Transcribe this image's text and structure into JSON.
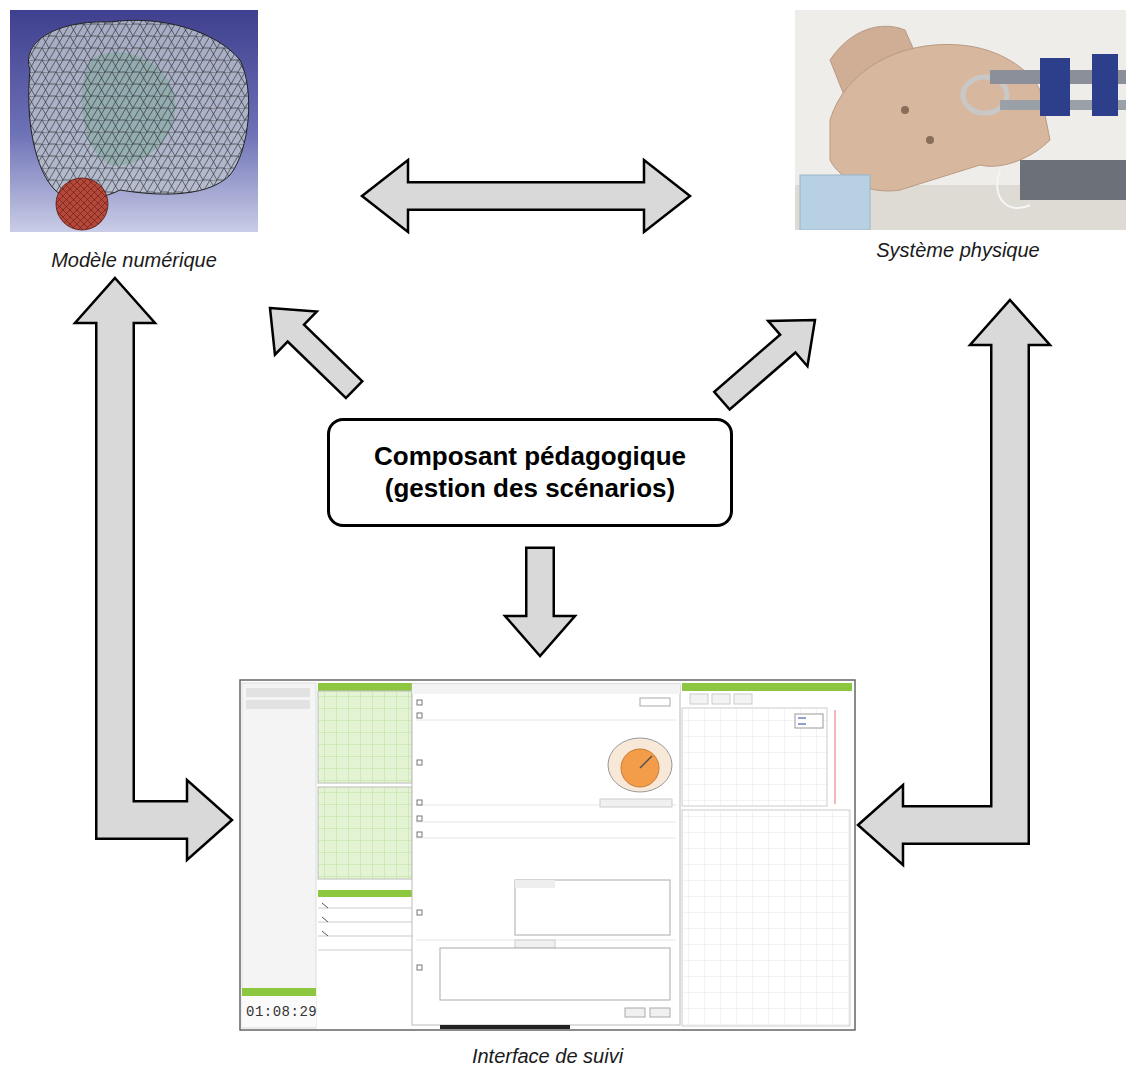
{
  "diagram": {
    "nodes": [
      {
        "text": [
          "Modèle numérique"
        ]
      },
      {
        "text": [
          "Système physique"
        ]
      },
      {
        "text": [
          "Composant pédagogique (gestion des scénarios)"
        ]
      },
      {
        "text": [
          "Interface de suivi"
        ]
      }
    ],
    "edges": [
      {
        "from": 0,
        "to": 1,
        "arrow": "both"
      },
      {
        "from": 2,
        "to": 0,
        "arrow": "to"
      },
      {
        "from": 2,
        "to": 1,
        "arrow": "to"
      },
      {
        "from": 2,
        "to": 3,
        "arrow": "to"
      },
      {
        "from": 0,
        "to": 3,
        "arrow": "both"
      },
      {
        "from": 1,
        "to": 3,
        "arrow": "both"
      }
    ],
    "labels": [
      "01:08:29"
    ]
  }
}
